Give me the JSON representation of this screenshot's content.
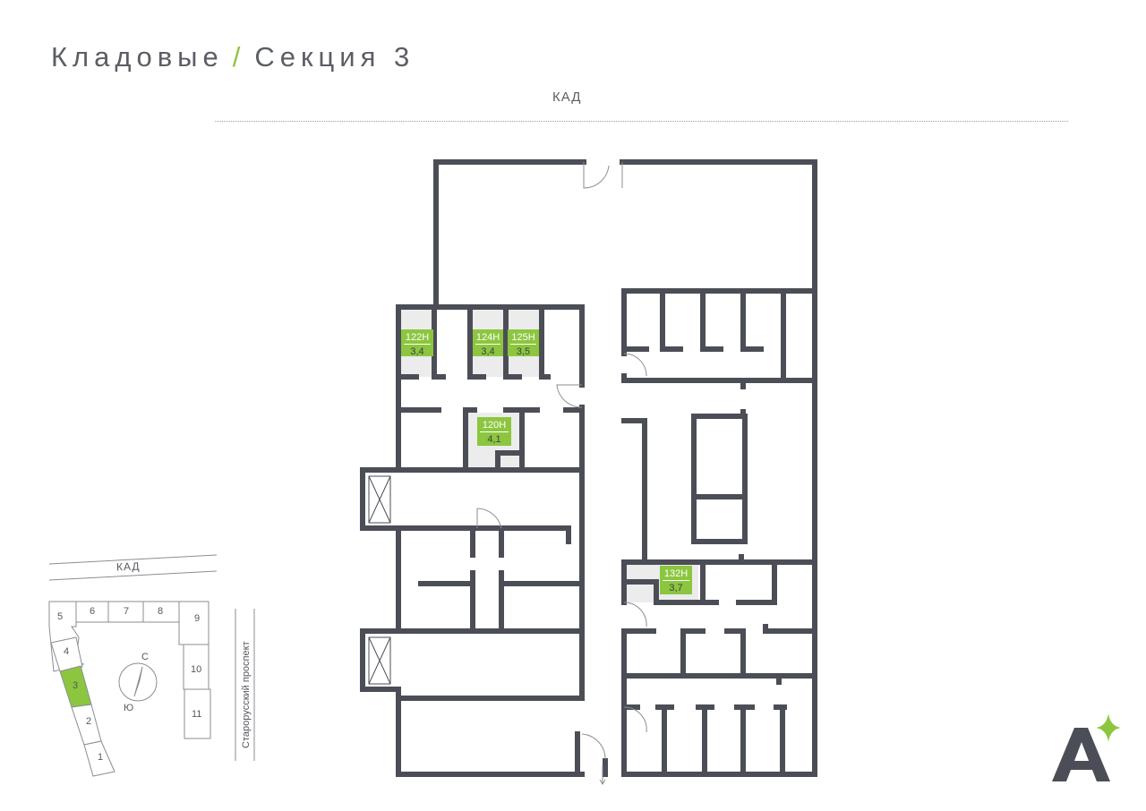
{
  "header": {
    "title_left": "Кладовые",
    "title_sep": "/",
    "title_right": "Секция 3",
    "road_top": "КАД"
  },
  "units": [
    {
      "id": "122Н",
      "area": "3,4"
    },
    {
      "id": "124Н",
      "area": "3,4"
    },
    {
      "id": "125Н",
      "area": "3,5"
    },
    {
      "id": "120Н",
      "area": "4,1"
    },
    {
      "id": "132Н",
      "area": "3,7"
    }
  ],
  "minimap": {
    "road": "КАД",
    "street": "Староруcский проспект",
    "sections": [
      "1",
      "2",
      "3",
      "4",
      "5",
      "6",
      "7",
      "8",
      "9",
      "10",
      "11"
    ],
    "selected_section": "3",
    "compass_north": "С",
    "compass_south": "Ю"
  },
  "colors": {
    "accent": "#8cc63f",
    "wall": "#4b4e56",
    "text": "#5b5e64"
  }
}
